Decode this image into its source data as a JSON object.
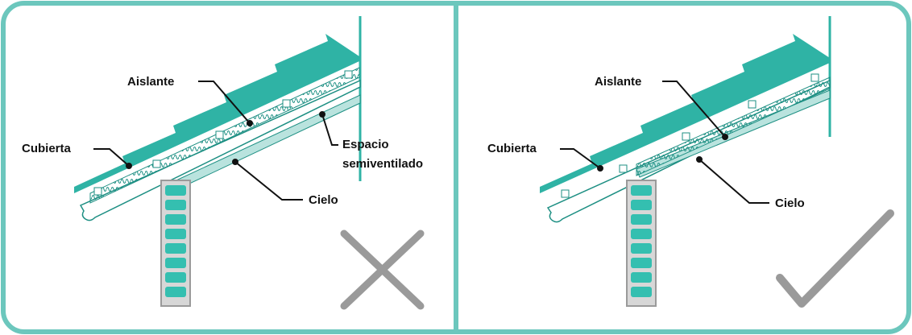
{
  "colors": {
    "frame": "#6cc7bd",
    "roof": "#2fb3a5",
    "roof_dark": "#1d8f83",
    "ceiling": "#b9e3de",
    "wall_outline": "#9a9a9a",
    "wall_fill": "#d7d7d7",
    "brick": "#34bfb0",
    "mark": "#9a9a9a"
  },
  "left_panel": {
    "verdict": "incorrect",
    "verdict_icon": "cross-icon",
    "labels": {
      "aislante": "Aislante",
      "cubierta": "Cubierta",
      "espacio_line1": "Espacio",
      "espacio_line2": "semiventilado",
      "cielo": "Cielo"
    }
  },
  "right_panel": {
    "verdict": "correct",
    "verdict_icon": "check-icon",
    "labels": {
      "aislante": "Aislante",
      "cubierta": "Cubierta",
      "cielo": "Cielo"
    }
  }
}
